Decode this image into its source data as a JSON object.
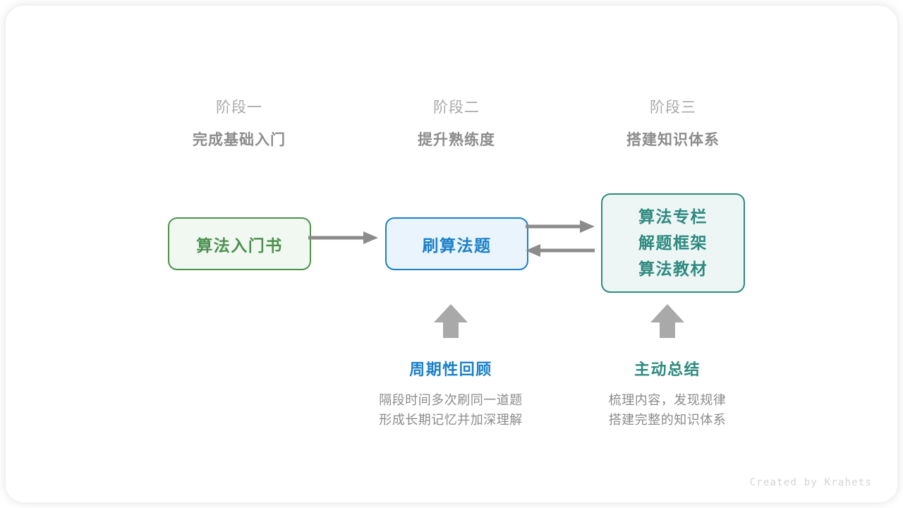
{
  "card": {
    "background": "#ffffff",
    "shadow_color": "rgba(0,0,0,0.13)"
  },
  "phases": [
    {
      "stage_label": "阶段一",
      "title": "完成基础入门"
    },
    {
      "stage_label": "阶段二",
      "title": "提升熟练度"
    },
    {
      "stage_label": "阶段三",
      "title": "搭建知识体系"
    }
  ],
  "nodes": {
    "book": {
      "label": "算法入门书",
      "color": "#4d9150",
      "fill": "#f1f8f1"
    },
    "practice": {
      "label": "刷算法题",
      "color": "#1b80c9",
      "fill": "#e9f4fc"
    },
    "resources": {
      "lines": [
        "算法专栏",
        "解题框架",
        "算法教材"
      ],
      "color": "#2d8a80",
      "fill": "#eef6f5"
    }
  },
  "arrows": {
    "color": "#8c8c8c",
    "book_to_practice": "right",
    "practice_to_resources": "right",
    "resources_to_practice": "left",
    "up_arrow_review": "up",
    "up_arrow_summary": "up"
  },
  "annotations": [
    {
      "title": "周期性回顾",
      "accent": "#1b80c9",
      "desc_line1": "隔段时间多次刷同一道题",
      "desc_line2": "形成长期记忆并加深理解"
    },
    {
      "title": "主动总结",
      "accent": "#2d8a80",
      "desc_line1": "梳理内容，发现规律",
      "desc_line2": "搭建完整的知识体系"
    }
  ],
  "footer": {
    "credit": "Created by Krahets"
  }
}
